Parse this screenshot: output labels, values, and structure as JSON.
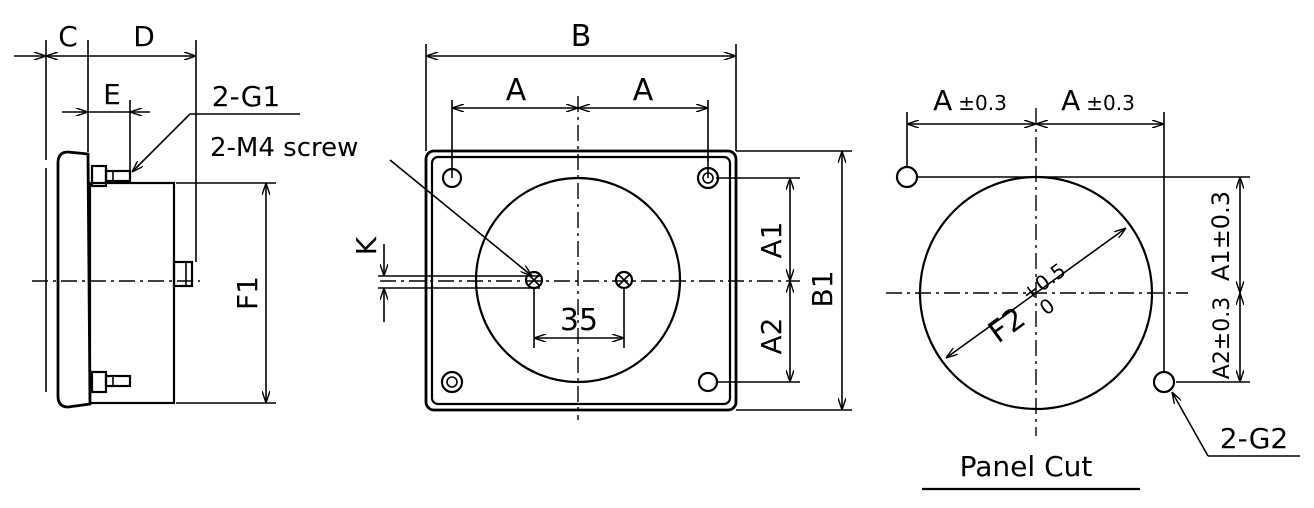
{
  "colors": {
    "line": "#000000",
    "background": "#ffffff"
  },
  "side_view": {
    "label_c": "C",
    "label_d": "D",
    "label_e": "E",
    "label_g1": "2-G1",
    "label_f1": "F1"
  },
  "front_view": {
    "label_b": "B",
    "label_a_left": "A",
    "label_a_right": "A",
    "label_screw": "2-M4 screw",
    "label_k": "K",
    "label_35": "35",
    "label_a1": "A1",
    "label_a2": "A2",
    "label_b1": "B1"
  },
  "panel_cut": {
    "label_a_left": "A",
    "tol_a_left": "±0.3",
    "label_a_right": "A",
    "tol_a_right": "±0.3",
    "label_f2": "F2",
    "tol_f2_upper": "+0.5",
    "tol_f2_lower": "0",
    "label_a1": "A1±0.3",
    "label_a2": "A2±0.3",
    "label_g2": "2-G2",
    "caption": "Panel Cut"
  }
}
